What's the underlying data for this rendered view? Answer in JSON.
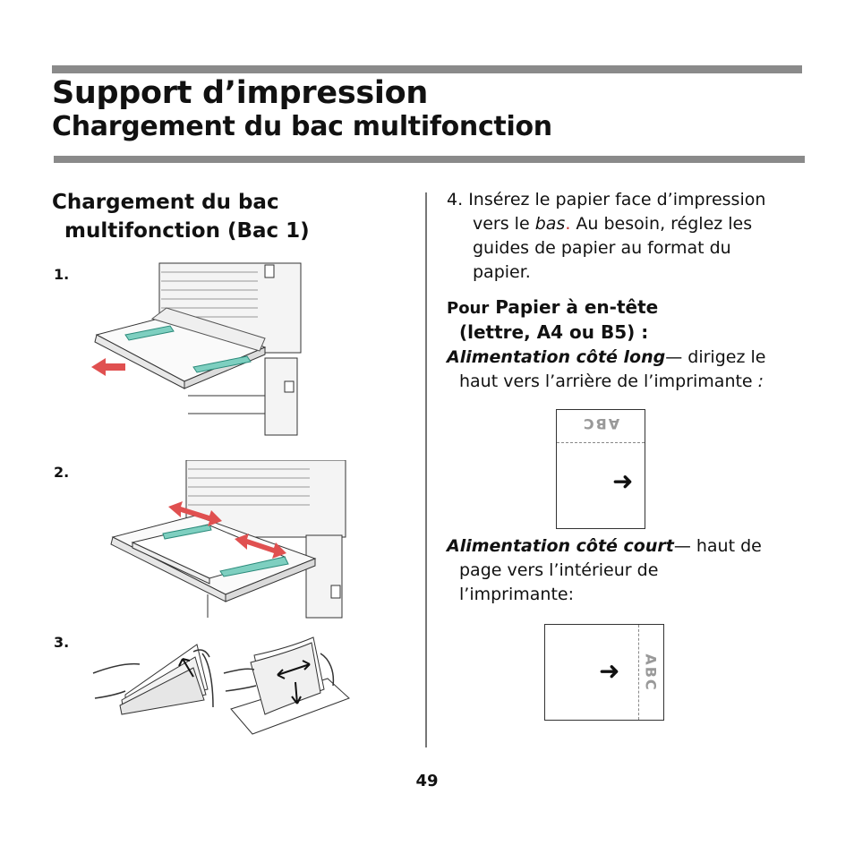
{
  "header": {
    "title": "Support d’impression",
    "subtitle": "Chargement du bac multifonction"
  },
  "section": {
    "heading_line1": "Chargement du bac",
    "heading_line2": "multifonction (Bac 1)"
  },
  "steps": {
    "step1": "1.",
    "step2": "2.",
    "step3": "3."
  },
  "instruction4": {
    "number": "4.",
    "text_before": "Insérez le papier face d’impression",
    "text_vers": "vers le ",
    "text_bas": "bas",
    "text_dot": ".",
    "text_after": " Au besoin, réglez les",
    "line3": "guides de papier au format du",
    "line4": "papier."
  },
  "letterhead": {
    "pour": "Pour",
    "heading_line1": " Papier à en-tête",
    "heading_line2": "(lettre, A4 ou B5) :"
  },
  "long_edge": {
    "label": "Alimentation côté long",
    "dash_text": "— dirigez le",
    "rest": "haut vers l’arrière de l’imprimante",
    "colon": " :"
  },
  "short_edge": {
    "label": "Alimentation côté court",
    "dash_text": "— haut de",
    "rest_line1": "page vers l’intérieur de",
    "rest_line2": "l’imprimante:"
  },
  "paper_figures": {
    "letter_text": "ABC",
    "arrow": "➜"
  },
  "colors": {
    "rule": "#8a8a8a",
    "accent_red": "#d0312d",
    "guide_teal": "#7ecfc0",
    "arrow_red": "#e05050"
  },
  "footer": {
    "page_number": "49"
  }
}
